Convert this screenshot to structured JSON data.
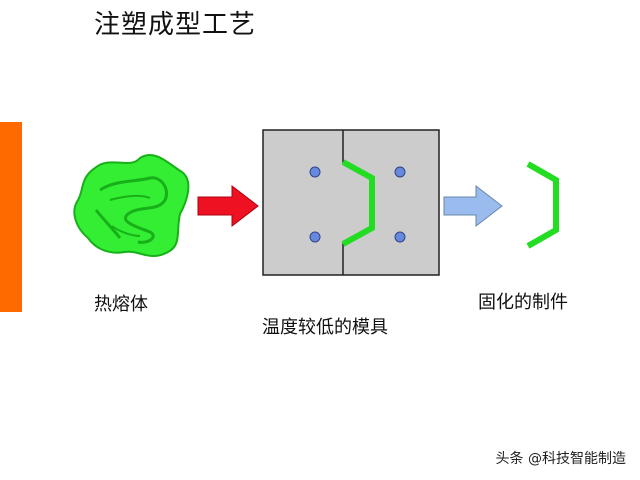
{
  "title": "注塑成型工艺",
  "labels": {
    "melt": "热熔体",
    "mold": "温度较低的模具",
    "part": "固化的制件"
  },
  "watermark": "头条 @科技智能制造",
  "colors": {
    "accent_bar": "#ff6a00",
    "melt_green": "#33ee33",
    "red_arrow": "#ee1122",
    "blue_arrow": "#99bbee",
    "mold_gray": "#cccccc",
    "pin_blue": "#6688dd"
  }
}
